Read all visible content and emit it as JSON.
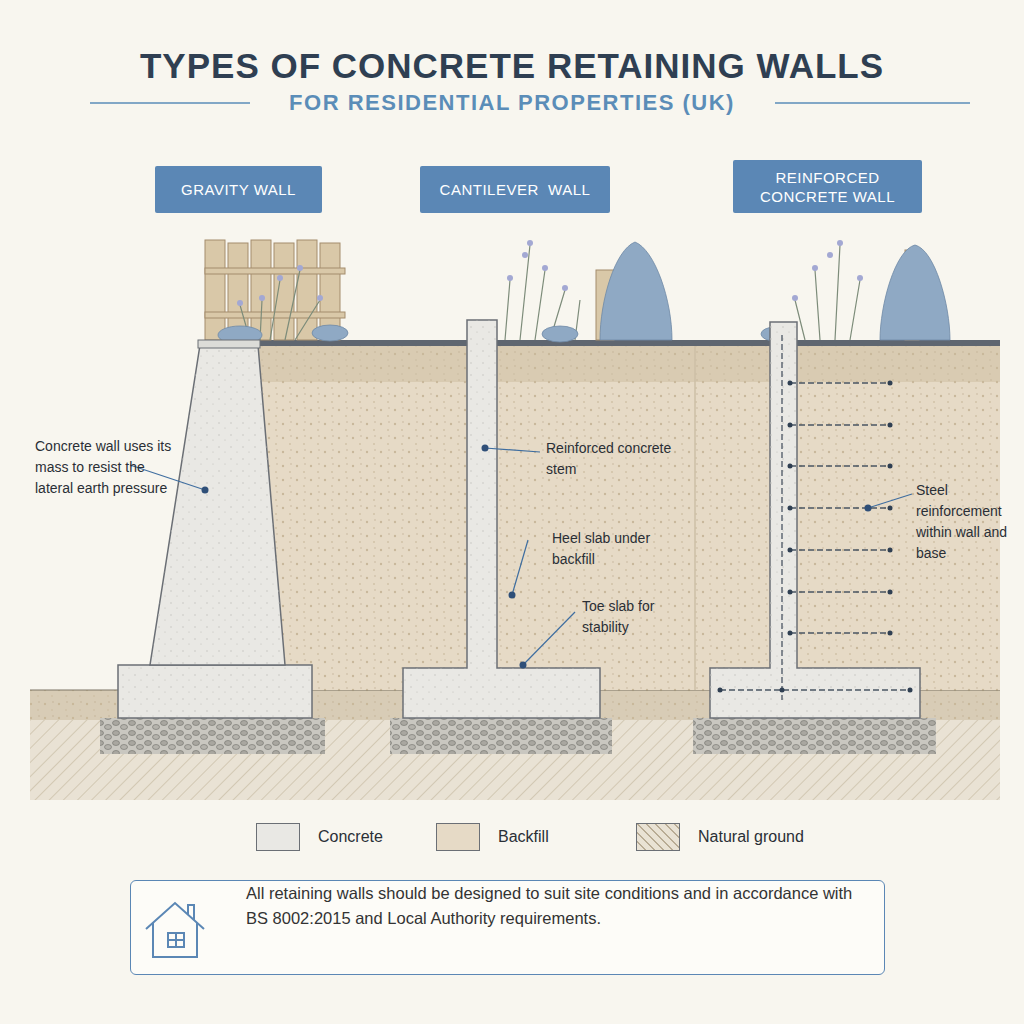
{
  "diagram": {
    "title": "TYPES OF CONCRETE RETAINING WALLS",
    "nodes": [
      {
        "text": [
          "GRAVITY WALL"
        ]
      },
      {
        "text": [
          "CANTILEVER  WALL"
        ]
      },
      {
        "text": [
          "REINFORCED CONCRETE WALL"
        ]
      },
      {
        "text": [
          "All retaining walls should be designed to suit site conditions and in accordance with BS 8002:2015 and Local Authority requirements."
        ]
      }
    ],
    "labels": [
      "FOR RESIDENTIAL PROPERTIES (UK)",
      "Concrete wall uses its mass to resist the lateral earth pressure",
      "Reinforced concrete stem",
      "Heel slab under backfill",
      "Toe slab for stability",
      "Steel reinforcement within wall and base"
    ],
    "legend": [
      {
        "text": "Concrete",
        "color": "#e9e8e4"
      },
      {
        "text": "Backfill",
        "color": "#e6dac6"
      },
      {
        "text": "Natural ground"
      }
    ]
  }
}
